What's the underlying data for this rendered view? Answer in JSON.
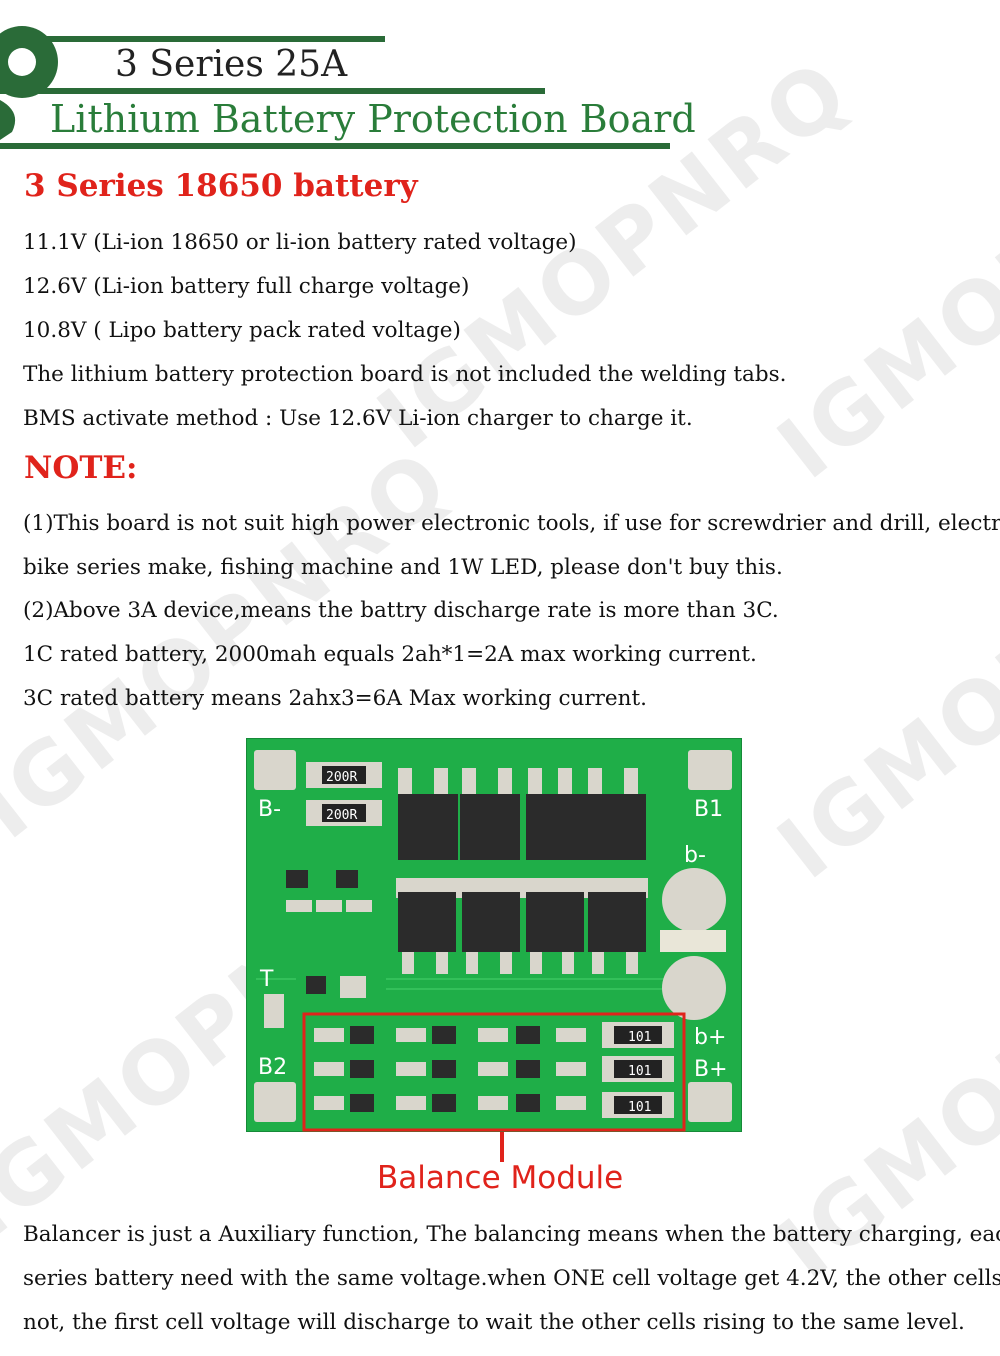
{
  "header": {
    "title_line1": "3 Series 25A",
    "title_line2": "Lithium Battery Protection Board"
  },
  "spec": {
    "heading": "3 Series 18650 battery",
    "lines": [
      "11.1V (Li-ion 18650 or li-ion battery rated voltage)",
      "12.6V (Li-ion battery full charge voltage)",
      "10.8V ( Lipo battery pack rated voltage)",
      "The lithium battery protection board is not included the welding tabs.",
      "BMS activate method : Use 12.6V Li-ion  charger to charge it."
    ]
  },
  "note": {
    "heading": "NOTE:",
    "lines": [
      "(1)This board is not suit high power electronic tools, if use for screwdrier and drill, electric",
      "bike series make, fishing machine and 1W LED, please don't buy this.",
      "(2)Above 3A device,means the battry discharge rate is more than 3C.",
      "1C rated battery, 2000mah equals 2ah*1=2A max working current.",
      "3C rated battery means 2ahx3=6A Max working current."
    ]
  },
  "board": {
    "pads": [
      "B-",
      "B1",
      "b-",
      "T",
      "B2",
      "b+",
      "B+"
    ],
    "resistor_top": "200R",
    "resistor_balance": "101",
    "callout": "Balance Module"
  },
  "balancer": {
    "lines": [
      "Balancer is just a Auxiliary function, The balancing means when the battery charging, each",
      "series battery need with the same voltage.when ONE cell voltage get 4.2V, the other cells",
      "not, the first cell voltage will discharge to wait the other cells rising to the same level."
    ]
  },
  "watermark": "IGMOPNRQ",
  "colors": {
    "accent_red": "#e0231b",
    "accent_green": "#2a7d3a",
    "pcb_green": "#22b24c"
  }
}
